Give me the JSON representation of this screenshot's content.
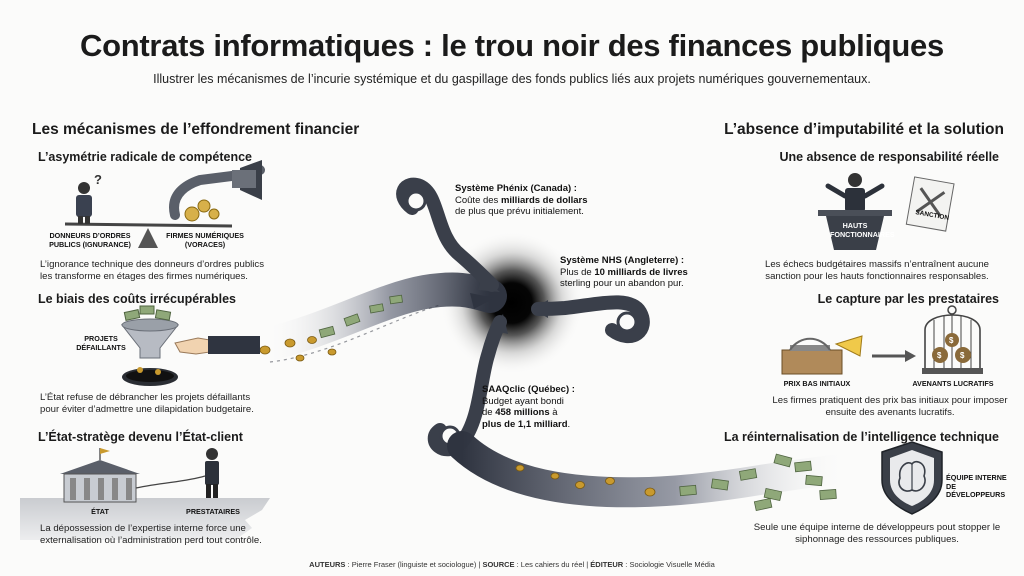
{
  "header": {
    "title": "Contrats informatiques : le trou noir des finances publiques",
    "subtitle": "Illustrer les mécanismes de l’incurie systémique et du gaspillage des fonds publics liés aux projets numériques gouvernementaux."
  },
  "left": {
    "heading": "Les mécanismes de l’effondrement financier",
    "asymmetry": {
      "title": "L’asymétrie radicale de compétence",
      "label_left": "DONNEURS D’ORDRES PUBLICS (IGNURANCE)",
      "label_right": "FIRMES NUMÉRIQUES (VORACES)",
      "text": "L’ignorance technique des donneurs d’ordres publics les transforme en étages des firmes numériques."
    },
    "sunk": {
      "title": "Le biais des coûts irrécupérables",
      "label": "PROJETS DÉFAILLANTS",
      "text": "L’État refuse de débrancher les projets défaillants pour éviter d’admettre une dilapidation budgetaire."
    },
    "state": {
      "title": "L’État-stratège devenu l’État-client",
      "label_state": "ÉTAT",
      "label_vendors": "PRESTATAIRES",
      "text": "La dépossession de l’expertise interne force une externalisation où l’administration perd tout contrôle."
    }
  },
  "center": {
    "phenix": {
      "title": "Système Phénix (Canada) :",
      "line1_pre": "Coûte des ",
      "line1_bold": "milliards de dollars",
      "line2": "de plus que prévu initialement."
    },
    "nhs": {
      "title": "Système NHS (Angleterre) :",
      "line1_pre": "Plus de ",
      "line1_bold": "10 milliards de livres",
      "line2": "sterling pour un abandon pur."
    },
    "saaq": {
      "title": "SAAQclic (Québec) :",
      "line1": "Budget ayant bondi",
      "line2_pre": "de ",
      "line2_bold": "458 millions",
      "line2_post": " à",
      "line3_bold": "plus de 1,1 milliard",
      "line3_post": "."
    }
  },
  "right": {
    "heading": "L’absence d’imputabilité et la solution",
    "responsibility": {
      "title": "Une absence de responsabilité réelle",
      "podium_label": "HAUTS FONCTIONNAIRES",
      "sanction": "SANCTION",
      "text": "Les échecs budgétaires massifs n’entraînent aucune sanction pour les hauts fonctionnaires responsables."
    },
    "capture": {
      "title": "Le capture par les prestataires",
      "label_left": "PRIX BAS INITIAUX",
      "label_right": "AVENANTS LUCRATIFS",
      "text": "Les firmes pratiquent des prix bas initiaux pour imposer ensuite des avenants lucratifs."
    },
    "internal": {
      "title": "La réinternalisation de l’intelligence technique",
      "label": "ÉQUIPE INTERNE DE DÉVELOPPEURS",
      "text": "Seule une équipe interne de développeurs pout stopper le siphonnage des ressources publiques."
    }
  },
  "footer": {
    "authors_label": "AUTEURS",
    "authors": " : Pierre Fraser (linguiste et sociologue) | ",
    "source_label": "SOURCE",
    "source": " : Les cahiers du réel | ",
    "editor_label": "ÉDITEUR",
    "editor": " : Sociologie Visuelle Média"
  },
  "colors": {
    "ink": "#1b1b1b",
    "stream": "#3a3f4a",
    "gold": "#c99a2e",
    "money": "#7f9a6a"
  }
}
